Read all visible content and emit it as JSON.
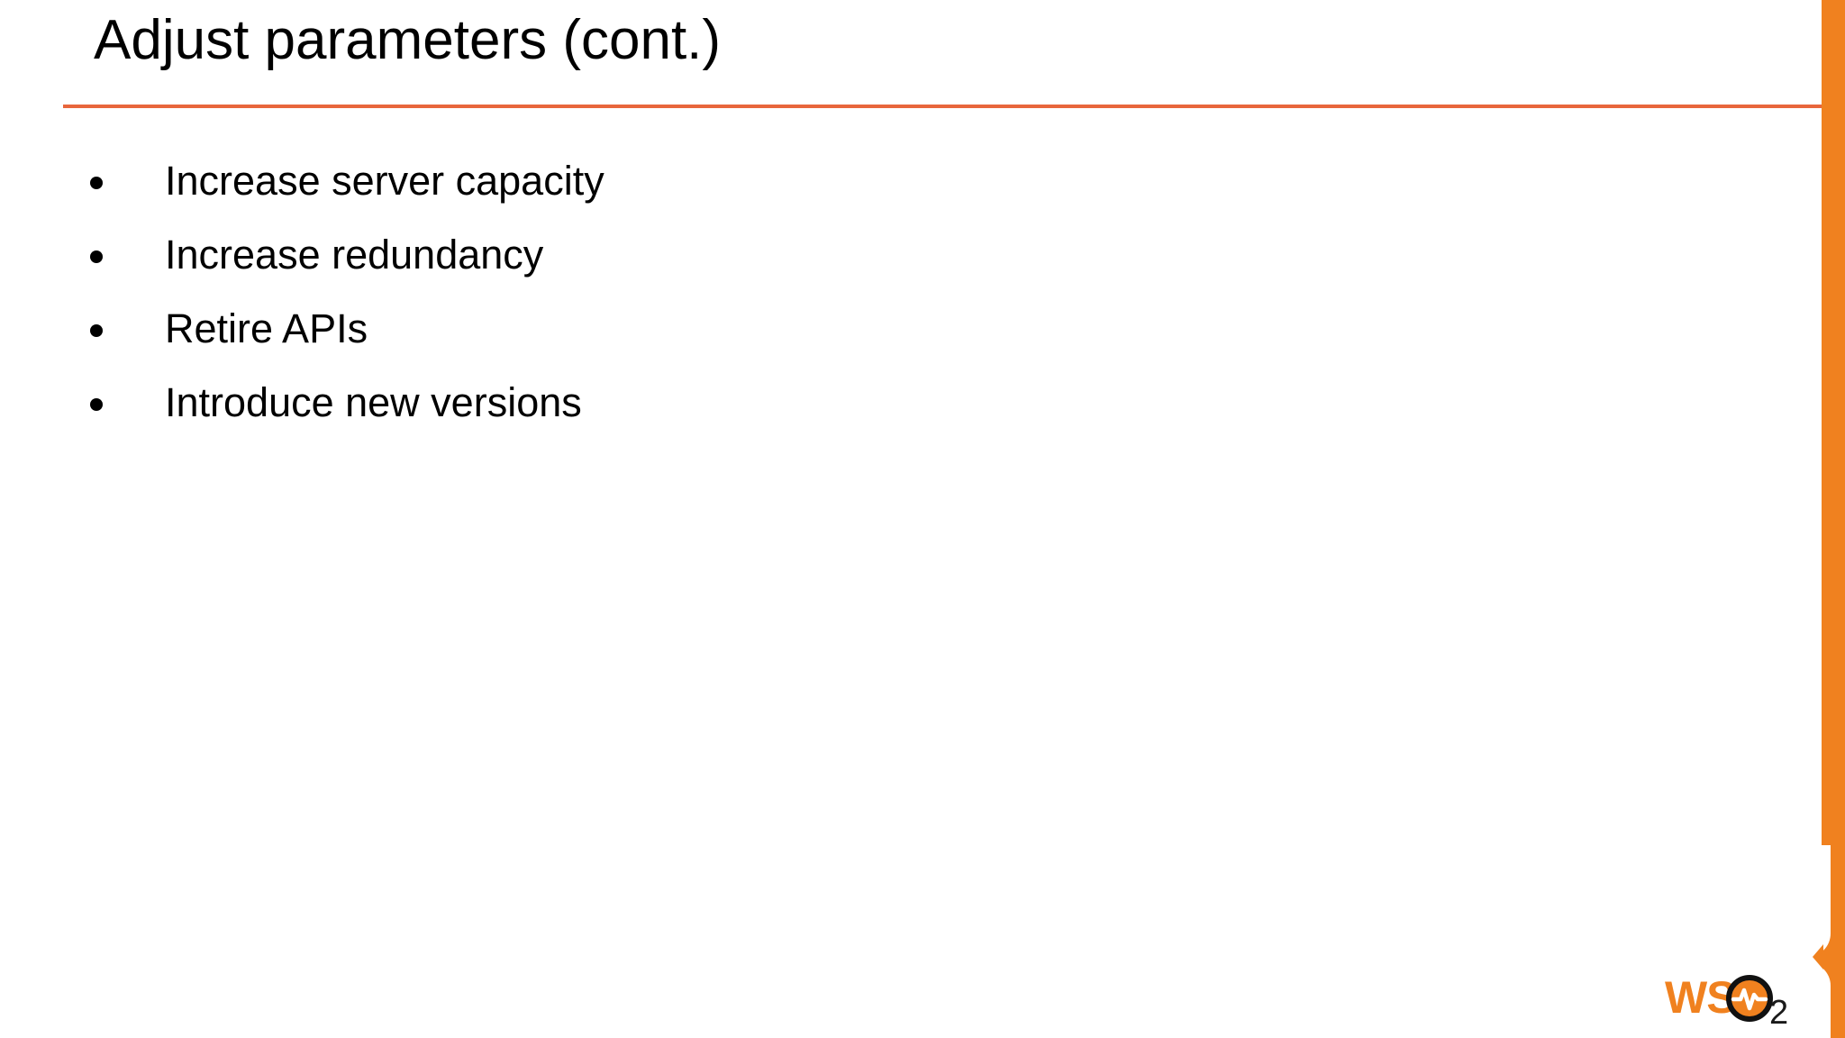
{
  "slide": {
    "title": "Adjust parameters (cont.)",
    "bullets": [
      {
        "text": "Increase server capacity"
      },
      {
        "text": "Increase redundancy"
      },
      {
        "text": "Retire APIs"
      },
      {
        "text": "Introduce new versions"
      }
    ]
  },
  "branding": {
    "logo_text": "WSO2",
    "logo_wordmark": "WS",
    "logo_subscript": "2",
    "accent_color": "#F0811F",
    "rule_color": "#E8663C",
    "text_color": "#000000",
    "background_color": "#FFFFFF"
  }
}
